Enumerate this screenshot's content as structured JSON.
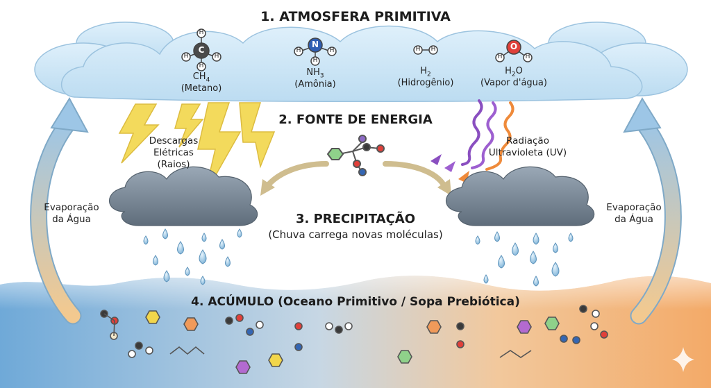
{
  "titles": {
    "atmosphere": "1. ATMOSFERA PRIMITIVA",
    "energy": "2. FONTE DE ENERGIA",
    "precipitation": "3. PRECIPITAÇÃO",
    "precipitation_sub": "(Chuva carrega novas moléculas)",
    "accumulation": "4. ACÚMULO (Oceano Primitivo / Sopa Prebiótica)"
  },
  "gases": [
    {
      "formula_main": "CH",
      "formula_sub": "4",
      "formula_tail": "",
      "name": "(Metano)",
      "center_atom": "C",
      "color": "#4a4a4a"
    },
    {
      "formula_main": "NH",
      "formula_sub": "3",
      "formula_tail": "",
      "name": "(Amônia)",
      "center_atom": "N",
      "color": "#2f5fb3"
    },
    {
      "formula_main": "H",
      "formula_sub": "2",
      "formula_tail": "",
      "name": "(Hidrogênio)",
      "center_atom": "",
      "color": "#ffffff"
    },
    {
      "formula_main": "H",
      "formula_sub": "2",
      "formula_tail": "O",
      "name": "(Vapor d'água)",
      "center_atom": "O",
      "color": "#e0403a"
    }
  ],
  "hydrogen_atom": "H",
  "energy_sources": {
    "lightning": [
      "Descargas",
      "Elétricas",
      "(Raios)"
    ],
    "uv": [
      "Radiação",
      "Ultravioleta (UV)"
    ]
  },
  "evaporation": {
    "left": [
      "Evaporação",
      "da Água"
    ],
    "right": [
      "Evaporação",
      "da Água"
    ]
  },
  "colors": {
    "ocean_left": "#7fb4dc",
    "ocean_right": "#f3b57a",
    "cloud_top": "#cfe6f6",
    "storm_cloud": "#7c8a99",
    "lightning": "#f2d64b",
    "uv_purple": "#8a4fc0",
    "uv_orange": "#ef8a3a",
    "evap_arrow": "#f4c98e"
  }
}
